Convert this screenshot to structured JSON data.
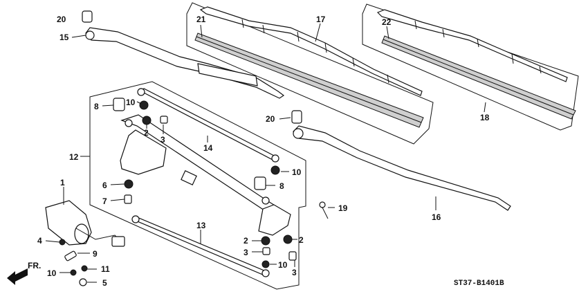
{
  "diagram": {
    "code": "ST37-B1401B",
    "direction_label": "FR.",
    "callouts": [
      {
        "id": "c20a",
        "label": "20"
      },
      {
        "id": "c15",
        "label": "15"
      },
      {
        "id": "c21",
        "label": "21"
      },
      {
        "id": "c17",
        "label": "17"
      },
      {
        "id": "c22",
        "label": "22"
      },
      {
        "id": "c18",
        "label": "18"
      },
      {
        "id": "c10a",
        "label": "10"
      },
      {
        "id": "c8a",
        "label": "8"
      },
      {
        "id": "c2a",
        "label": "2"
      },
      {
        "id": "c3a",
        "label": "3"
      },
      {
        "id": "c20b",
        "label": "20"
      },
      {
        "id": "c14",
        "label": "14"
      },
      {
        "id": "c12",
        "label": "12"
      },
      {
        "id": "c10b",
        "label": "10"
      },
      {
        "id": "c8b",
        "label": "8"
      },
      {
        "id": "c6",
        "label": "6"
      },
      {
        "id": "c7",
        "label": "7"
      },
      {
        "id": "c1",
        "label": "1"
      },
      {
        "id": "c19",
        "label": "19"
      },
      {
        "id": "c16",
        "label": "16"
      },
      {
        "id": "c13",
        "label": "13"
      },
      {
        "id": "c4",
        "label": "4"
      },
      {
        "id": "c9",
        "label": "9"
      },
      {
        "id": "c2b",
        "label": "2"
      },
      {
        "id": "c2c",
        "label": "2"
      },
      {
        "id": "c3b",
        "label": "3"
      },
      {
        "id": "c10c",
        "label": "10"
      },
      {
        "id": "c3c",
        "label": "3"
      },
      {
        "id": "c11",
        "label": "11"
      },
      {
        "id": "c10d",
        "label": "10"
      },
      {
        "id": "c5",
        "label": "5"
      }
    ]
  }
}
